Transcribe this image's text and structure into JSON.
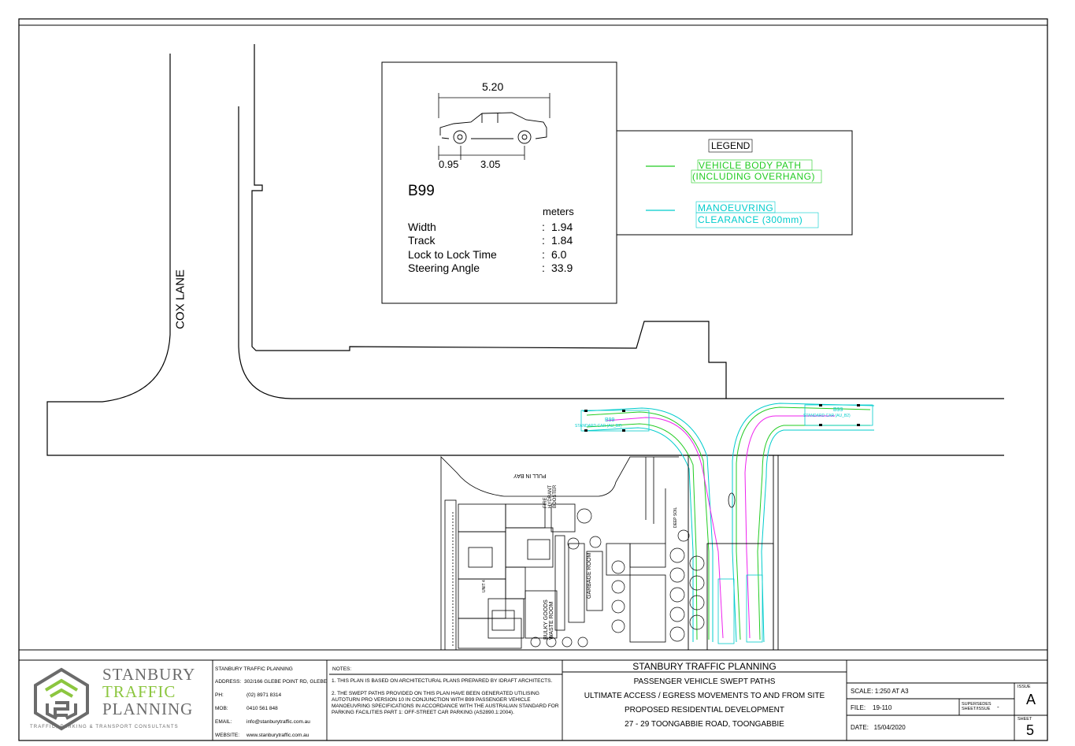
{
  "street": {
    "name": "COX LANE"
  },
  "vehicle": {
    "name": "B99",
    "overall_length": "5.20",
    "front_overhang": "0.95",
    "wheelbase": "3.05",
    "units": "meters",
    "specs": [
      {
        "label": "Width",
        "sep": ":",
        "value": "1.94"
      },
      {
        "label": "Track",
        "sep": ":",
        "value": "1.84"
      },
      {
        "label": "Lock to Lock Time",
        "sep": ":",
        "value": "6.0"
      },
      {
        "label": "Steering Angle",
        "sep": ":",
        "value": "33.9"
      }
    ]
  },
  "legend": {
    "title": "LEGEND",
    "body_path_line1": "VEHICLE BODY PATH",
    "body_path_line2": "(INCLUDING OVERHANG)",
    "clearance_line1": "MANOEUVRING",
    "clearance_line2": "CLEARANCE (300mm)",
    "colors": {
      "body_path": "#22cc22",
      "clearance": "#00cccc",
      "wheel_path": "#ee22ee"
    }
  },
  "plan_labels": {
    "pull_in_bay": "PULL IN BAY",
    "fire_hydrant": "FIRE HYDRANT BOOSTER",
    "garbage_room": "GARBAGE ROOM",
    "bulky_goods": "BULKY GOODS WASTE ROOM",
    "deep_soil": "DEEP SOIL",
    "unit": "UNIT 4",
    "car_label_1": "B99",
    "car_label_2": "B99",
    "car_tag": "STANDARD CAR (AU_B2)"
  },
  "title_block": {
    "company_line1": "STANBURY",
    "company_line2": "TRAFFIC",
    "company_line3": "PLANNING",
    "tagline": "TRAFFIC, PARKING & TRANSPORT CONSULTANTS",
    "contact": {
      "heading": "STANBURY TRAFFIC PLANNING",
      "rows": [
        {
          "label": "ADDRESS:",
          "value": "302/166 GLEBE POINT RD, GLEBE"
        },
        {
          "label": "PH:",
          "value": "(02) 8971 8314"
        },
        {
          "label": "MOB:",
          "value": "0410 561 848"
        },
        {
          "label": "EMAIL:",
          "value": "info@stanburytraffic.com.au"
        },
        {
          "label": "WEBSITE:",
          "value": "www.stanburytraffic.com.au"
        }
      ]
    },
    "notes_heading": "NOTES:",
    "note1": "1. THIS PLAN IS BASED ON ARCHITECTURAL PLANS PREPARED BY IDRAFT ARCHITECTS.",
    "note2": "2. THE SWEPT PATHS PROVIDED ON THIS PLAN HAVE BEEN GENERATED UTILISING AUTOTURN PRO VERSION 10 IN CONJUNCTION WITH B99 PASSENGER VEHICLE MANOEUVRING SPECIFICATIONS IN ACCORDANCE WITH THE AUSTRALIAN STANDARD FOR PARKING FACILITIES PART 1: OFF-STREET CAR PARKING (AS2890.1:2004).",
    "project": {
      "firm": "STANBURY TRAFFIC PLANNING",
      "title1": "PASSENGER VEHICLE SWEPT PATHS",
      "title2": "ULTIMATE ACCESS / EGRESS MOVEMENTS TO AND FROM SITE",
      "title3": "PROPOSED RESIDENTIAL DEVELOPMENT",
      "address": "27 - 29 TOONGABBIE ROAD, TOONGABBIE"
    },
    "scale_label": "SCALE:",
    "scale_value": "1:250 AT A3",
    "file_label": "FILE:",
    "file_value": "19-110",
    "supersedes_label": "SUPERSEDES SHEET/ISSUE",
    "supersedes_value": "-",
    "date_label": "DATE:",
    "date_value": "15/04/2020",
    "issue_label": "ISSUE",
    "issue_value": "A",
    "sheet_label": "SHEET",
    "sheet_value": "5"
  }
}
